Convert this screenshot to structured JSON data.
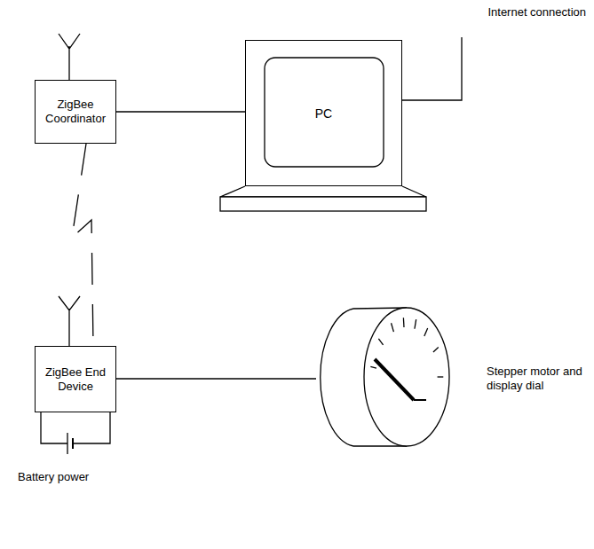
{
  "diagram": {
    "nodes": [
      {
        "text": [
          "ZigBee Coordinator"
        ]
      },
      {
        "text": [
          "PC"
        ]
      },
      {
        "text": [
          "ZigBee End Device"
        ]
      }
    ],
    "edges": [
      {
        "from": 0,
        "to": 1,
        "arrow": "none"
      },
      {
        "from": 0,
        "to": 2,
        "arrow": "none"
      }
    ],
    "labels": [
      "Internet connection",
      "Stepper motor and display dial",
      "Battery power"
    ]
  }
}
